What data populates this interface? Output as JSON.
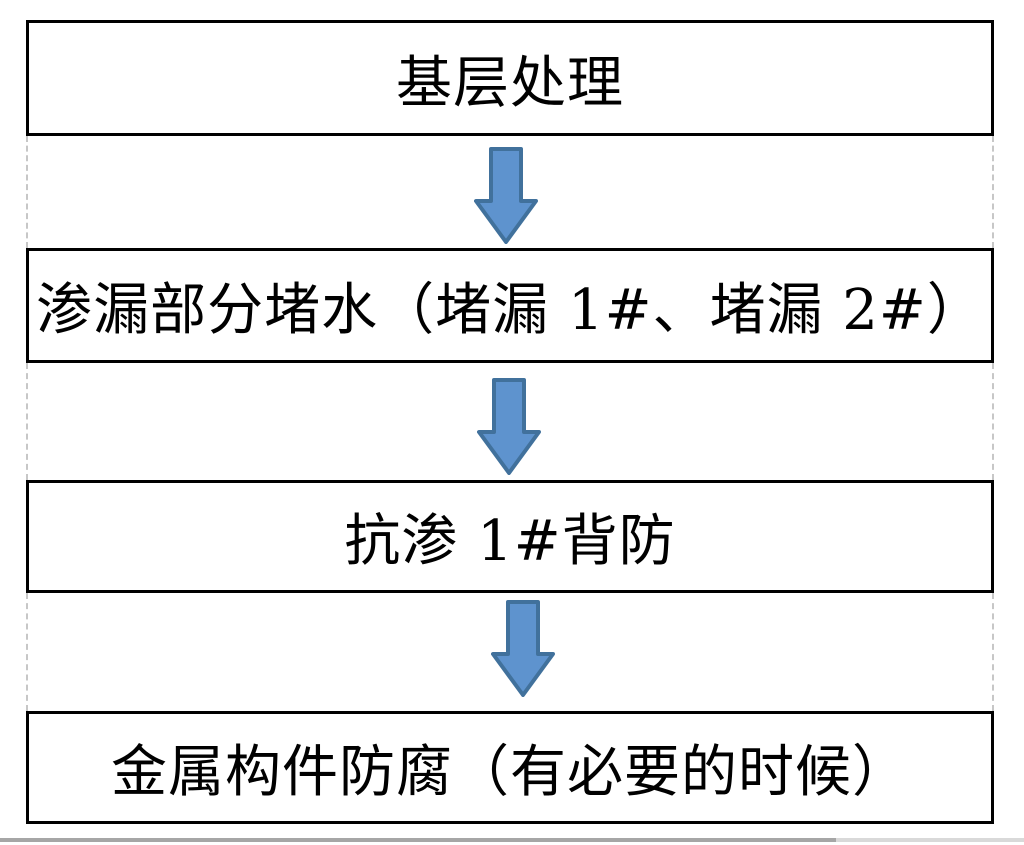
{
  "flowchart": {
    "title_hint": "waterproofing-construction-process",
    "steps": [
      {
        "label": "基层处理"
      },
      {
        "label": "渗漏部分堵水（堵漏 1#、堵漏 2#）"
      },
      {
        "label": "抗渗 1#背防"
      },
      {
        "label": "金属构件防腐（有必要的时候）"
      }
    ],
    "arrow": {
      "direction": "down",
      "fill": "#5e93ce",
      "stroke": "#41719c"
    },
    "box_border_color": "#000000",
    "dashed_guide_color": "#c7c7c7",
    "text_color": "#000000"
  },
  "scrollbar": {
    "orientation": "horizontal",
    "thumb_color": "#a6a6a6",
    "track_color": "#d9d9d9"
  }
}
